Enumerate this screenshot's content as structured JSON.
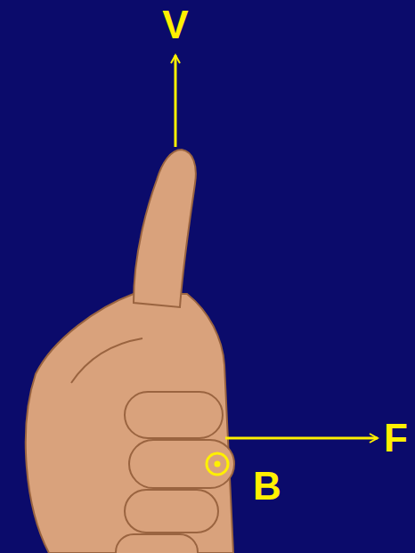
{
  "diagram": {
    "labels": [
      "V",
      "F",
      "B"
    ]
  }
}
